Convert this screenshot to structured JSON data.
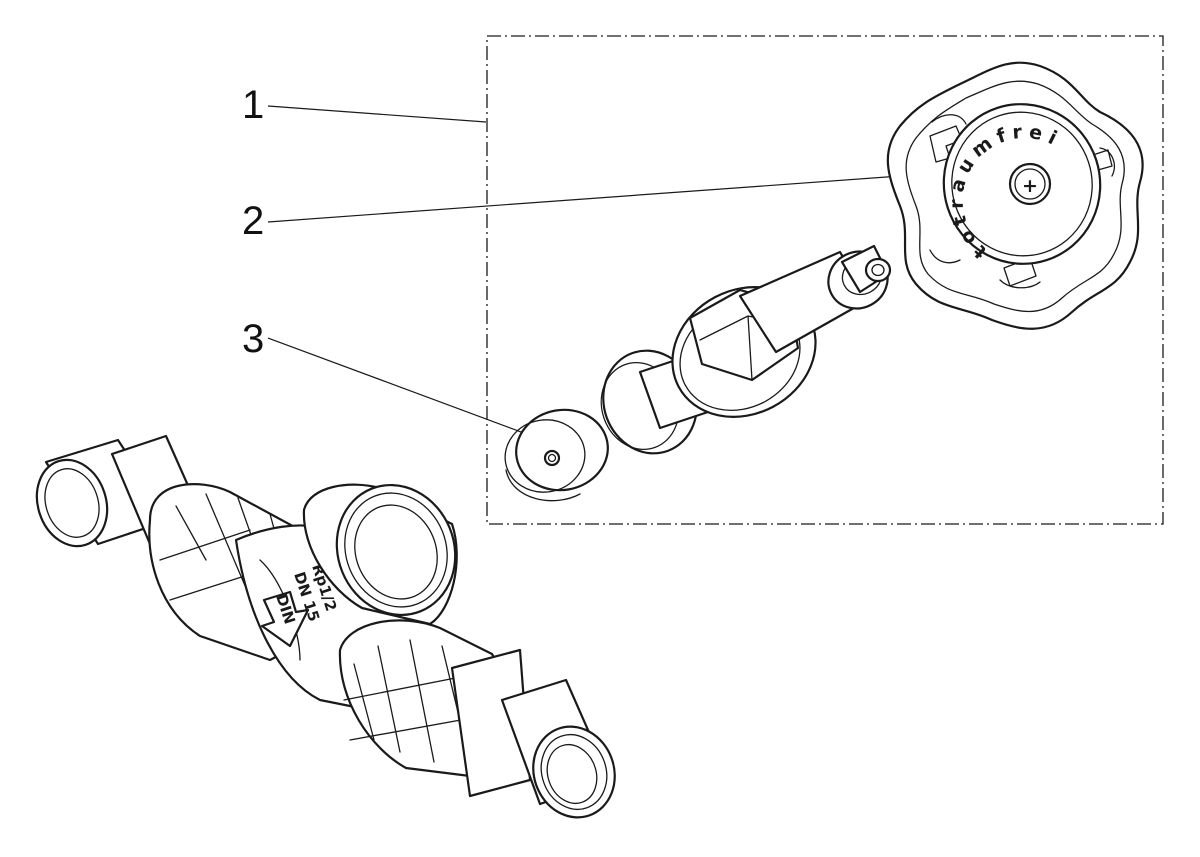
{
  "callouts": [
    {
      "id": "1",
      "label": "1"
    },
    {
      "id": "2",
      "label": "2"
    },
    {
      "id": "3",
      "label": "3"
    }
  ],
  "handwheel": {
    "stamp": "totraumfrei",
    "center_mark": "+"
  },
  "valve_body": {
    "markings": [
      "Rp1/2",
      "DN 15",
      "DIN"
    ]
  }
}
